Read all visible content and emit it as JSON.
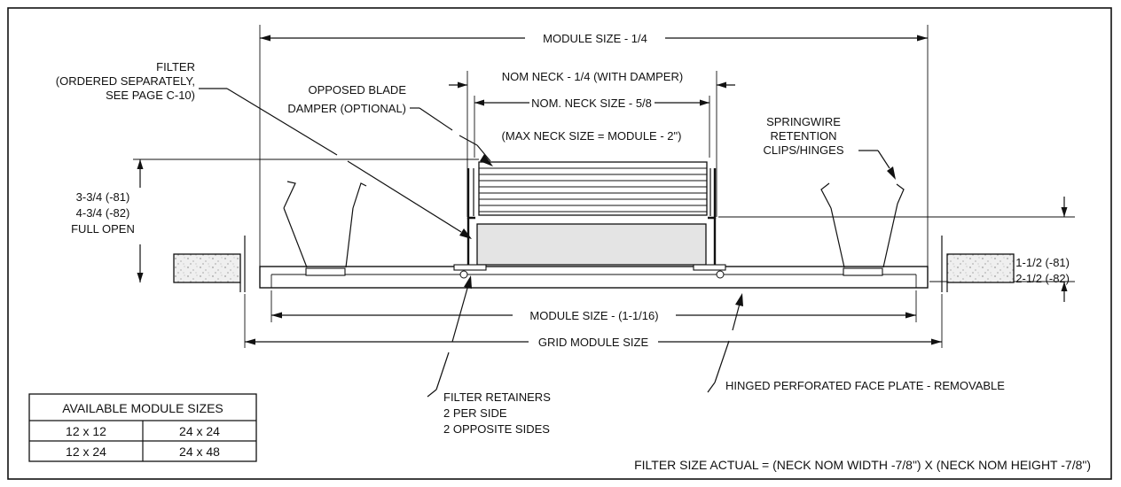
{
  "dimensions": {
    "module_size_quarter": "MODULE SIZE - 1/4",
    "nom_neck_damper": "NOM NECK - 1/4 (WITH DAMPER)",
    "nom_neck_size": "NOM. NECK SIZE - 5/8",
    "max_neck": "(MAX NECK SIZE = MODULE - 2\")",
    "module_size_116": "MODULE SIZE - (1-1/16)",
    "grid_module": "GRID MODULE SIZE",
    "height_left_1": "3-3/4 (-81)",
    "height_left_2": "4-3/4 (-82)",
    "height_left_3": "FULL OPEN",
    "height_right_1": "1-1/2 (-81)",
    "height_right_2": "2-1/2 (-82)"
  },
  "labels": {
    "filter_1": "FILTER",
    "filter_2": "(ORDERED SEPARATELY,",
    "filter_3": "SEE PAGE C-10)",
    "damper_1": "OPPOSED BLADE",
    "damper_2": "DAMPER (OPTIONAL)",
    "springwire_1": "SPRINGWIRE",
    "springwire_2": "RETENTION",
    "springwire_3": "CLIPS/HINGES",
    "retainers_1": "FILTER RETAINERS",
    "retainers_2": "2 PER SIDE",
    "retainers_3": "2 OPPOSITE SIDES",
    "faceplate": "HINGED PERFORATED FACE PLATE - REMOVABLE",
    "filter_formula": "FILTER SIZE ACTUAL = (NECK NOM WIDTH -7/8\") X (NECK NOM HEIGHT -7/8\")"
  },
  "table": {
    "header": "AVAILABLE MODULE SIZES",
    "rows": [
      [
        "12 x 12",
        "24 x 24"
      ],
      [
        "12 x 24",
        "24 x 48"
      ]
    ]
  },
  "colors": {
    "line": "#111111",
    "filter_fill": "#e4e4e4",
    "tile_fill": "#ececec"
  }
}
